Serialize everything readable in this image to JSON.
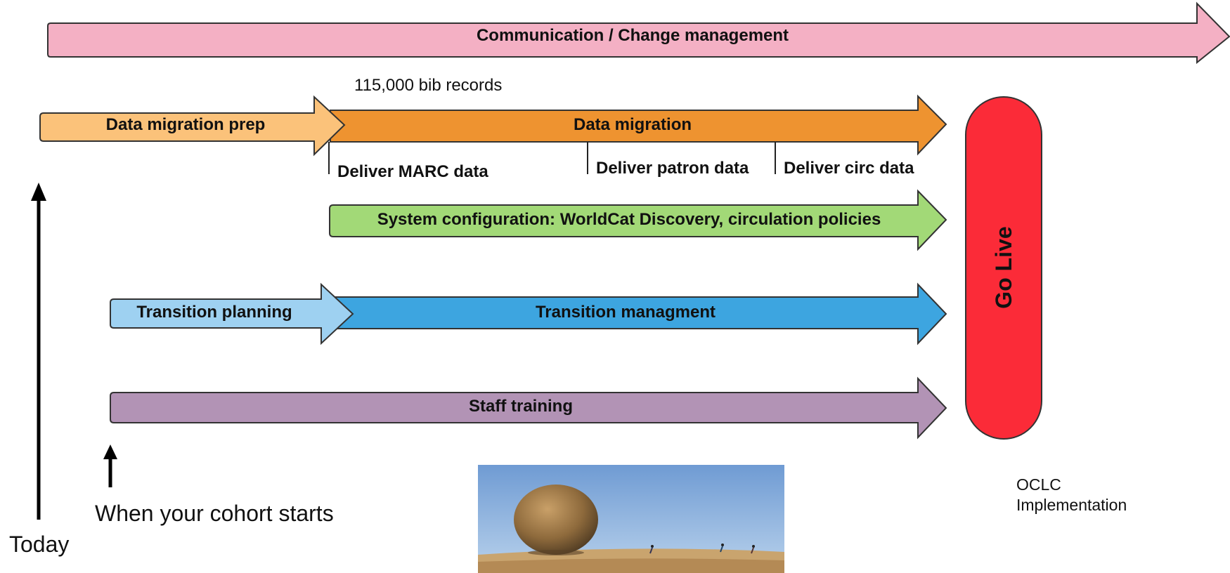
{
  "arrows": {
    "communication": {
      "label": "Communication / Change management",
      "color": "#f4b0c4"
    },
    "data_migration_prep": {
      "label": "Data migration prep",
      "color": "#fbc27a"
    },
    "data_migration": {
      "label": "Data migration",
      "color": "#ee9330"
    },
    "system_configuration": {
      "label": "System configuration: WorldCat Discovery, circulation policies",
      "color": "#a2d977"
    },
    "transition_planning": {
      "label": "Transition planning",
      "color": "#9ed1f1"
    },
    "transition_management": {
      "label": "Transition managment",
      "color": "#3da5e0"
    },
    "staff_training": {
      "label": "Staff training",
      "color": "#b293b5"
    }
  },
  "annotations": {
    "bib_records": "115,000 bib records"
  },
  "milestones": {
    "deliver_marc": "Deliver MARC data",
    "deliver_patron": "Deliver patron data",
    "deliver_circ": "Deliver circ data"
  },
  "go_live": {
    "label": "Go Live",
    "color": "#fb2b38"
  },
  "markers": {
    "today": "Today",
    "cohort_start": "When your cohort starts"
  },
  "caption": {
    "line1": "OCLC",
    "line2": "Implementation"
  },
  "image": {
    "description_icon": "boulder-photo-icon"
  }
}
